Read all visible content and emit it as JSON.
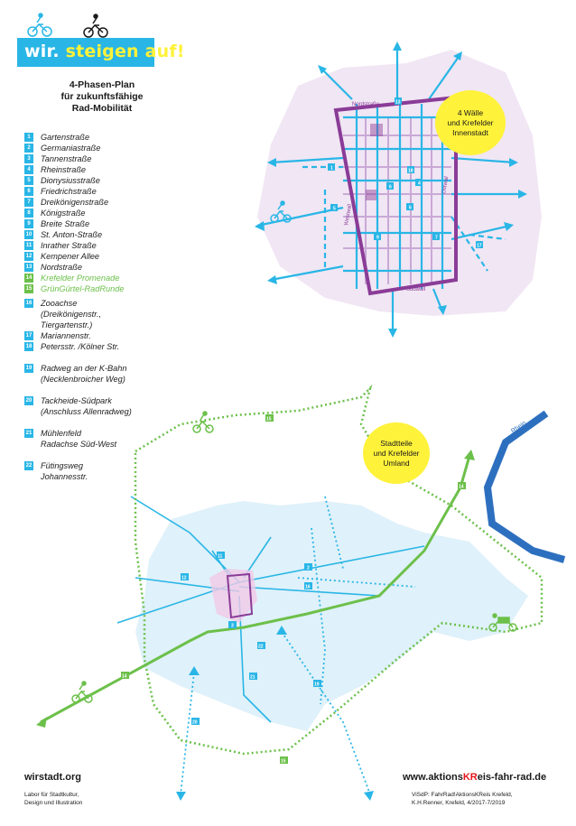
{
  "header": {
    "logo_part1": "wir.",
    "logo_part2": "steigen auf!",
    "title": "4-Phasen-Plan\nfür zukunftsfähige\nRad-Mobilität"
  },
  "legend": [
    {
      "num": "1",
      "label": "Gartenstraße",
      "color": "blue"
    },
    {
      "num": "2",
      "label": "Germaniastraße",
      "color": "blue"
    },
    {
      "num": "3",
      "label": "Tannenstraße",
      "color": "blue"
    },
    {
      "num": "4",
      "label": "Rheinstraße",
      "color": "blue"
    },
    {
      "num": "5",
      "label": "Dionysiusstraße",
      "color": "blue"
    },
    {
      "num": "6",
      "label": "Friedrichstraße",
      "color": "blue"
    },
    {
      "num": "7",
      "label": "Dreikönigenstraße",
      "color": "blue"
    },
    {
      "num": "8",
      "label": "Königstraße",
      "color": "blue"
    },
    {
      "num": "9",
      "label": "Breite Straße",
      "color": "blue"
    },
    {
      "num": "10",
      "label": "St. Anton-Straße",
      "color": "blue"
    },
    {
      "num": "11",
      "label": "Inrather Straße",
      "color": "blue"
    },
    {
      "num": "12",
      "label": "Kempener Allee",
      "color": "blue"
    },
    {
      "num": "13",
      "label": "Nordstraße",
      "color": "blue"
    },
    {
      "num": "14",
      "label": "Krefelder Promenade",
      "color": "green"
    },
    {
      "num": "15",
      "label": "GrünGürtel-RadRunde",
      "color": "green"
    },
    {
      "num": "16",
      "label": "Zooachse\n(Dreikönigenstr.,\nTiergartenstr.)",
      "color": "blue"
    },
    {
      "num": "17",
      "label": "Mariannenstr.",
      "color": "blue"
    },
    {
      "num": "18",
      "label": "Petersstr. /Kölner Str.",
      "color": "blue"
    },
    {
      "num": "19",
      "label": "Radweg an der K-Bahn\n(Necklenbroicher Weg)",
      "color": "blue"
    },
    {
      "num": "20",
      "label": "Tackheide-Südpark\n(Anschluss Allenradweg)",
      "color": "blue"
    },
    {
      "num": "21",
      "label": "Mühlenfeld\nRadachse Süd-West",
      "color": "blue"
    },
    {
      "num": "22",
      "label": "Fütingsweg\nJohannesstr.",
      "color": "blue"
    }
  ],
  "map_labels": {
    "wall_north": "Nordstraße",
    "wall_east": "Ostwall",
    "wall_west": "Westwall",
    "wall_south": "Südwall",
    "rhein": "Rhein"
  },
  "bubbles": {
    "innenstadt": "4 Wälle\nund Krefelder\nInnenstadt",
    "umland": "Stadtteile\nund Krefelder\nUmland"
  },
  "footer": {
    "left_title": "wirstadt.org",
    "left_sub": "Labor für Stadtkultur,\nDesign und Illustration",
    "right_pre": "www.aktions",
    "right_kr": "KR",
    "right_post": "eis-fahr-rad.de",
    "right_sub": "ViSdP: FahrRad!AktionsKReis Krefeld,\nK.H.Renner, Krefeld, 4/2017-7/2019"
  },
  "colors": {
    "blue": "#29b6e6",
    "green": "#6cc04a",
    "purple": "#8a3c97",
    "yellow": "#fff23a",
    "river": "#2d6fbf",
    "lilac": "#f1e6f4",
    "city": "#dff1fa"
  },
  "icons": [
    "bicycle-icon",
    "cargo-bike-icon"
  ]
}
